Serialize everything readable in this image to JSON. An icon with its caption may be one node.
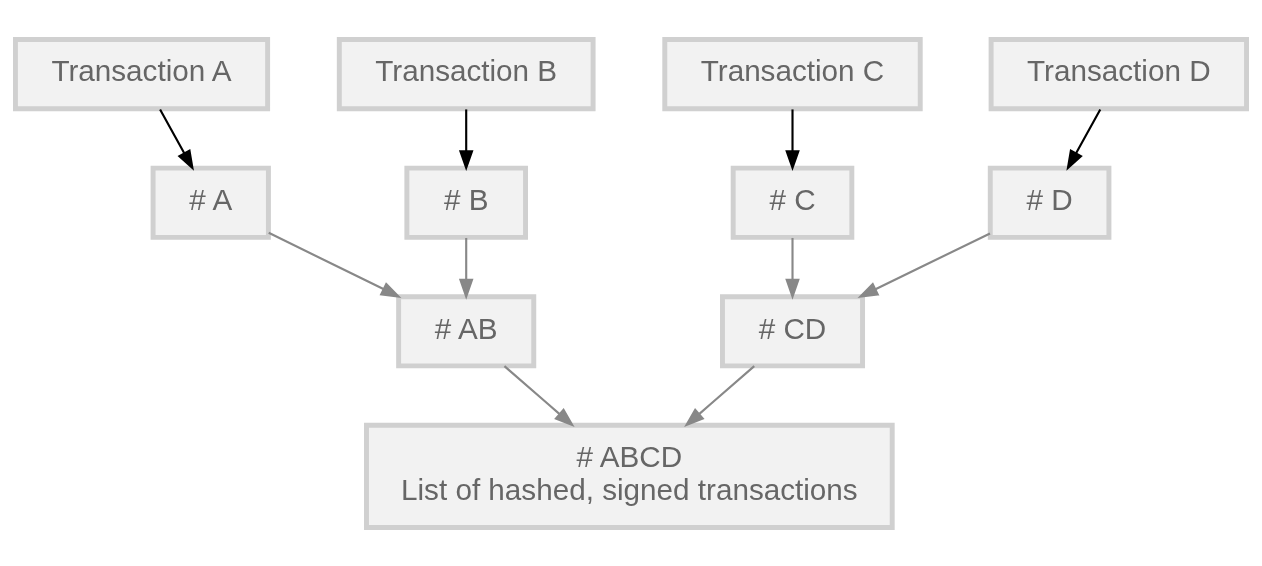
{
  "diagram": {
    "nodes": [
      {
        "text": [
          "Transaction A"
        ]
      },
      {
        "text": [
          "Transaction B"
        ]
      },
      {
        "text": [
          "Transaction C"
        ]
      },
      {
        "text": [
          "Transaction D"
        ]
      },
      {
        "text": [
          "# A"
        ]
      },
      {
        "text": [
          "# B"
        ]
      },
      {
        "text": [
          "# C"
        ]
      },
      {
        "text": [
          "# D"
        ]
      },
      {
        "text": [
          "# AB"
        ]
      },
      {
        "text": [
          "# CD"
        ]
      },
      {
        "text": [
          "# ABCD",
          "List of hashed, signed transactions"
        ]
      }
    ],
    "edges": [
      {
        "from": 0,
        "to": 4,
        "arrow": "to",
        "color": "#000000"
      },
      {
        "from": 1,
        "to": 5,
        "arrow": "to",
        "color": "#000000"
      },
      {
        "from": 2,
        "to": 6,
        "arrow": "to",
        "color": "#000000"
      },
      {
        "from": 3,
        "to": 7,
        "arrow": "to",
        "color": "#000000"
      },
      {
        "from": 4,
        "to": 8,
        "arrow": "to"
      },
      {
        "from": 5,
        "to": 8,
        "arrow": "to"
      },
      {
        "from": 6,
        "to": 9,
        "arrow": "to"
      },
      {
        "from": 7,
        "to": 9,
        "arrow": "to"
      },
      {
        "from": 8,
        "to": 10,
        "arrow": "to"
      },
      {
        "from": 9,
        "to": 10,
        "arrow": "to"
      }
    ]
  }
}
